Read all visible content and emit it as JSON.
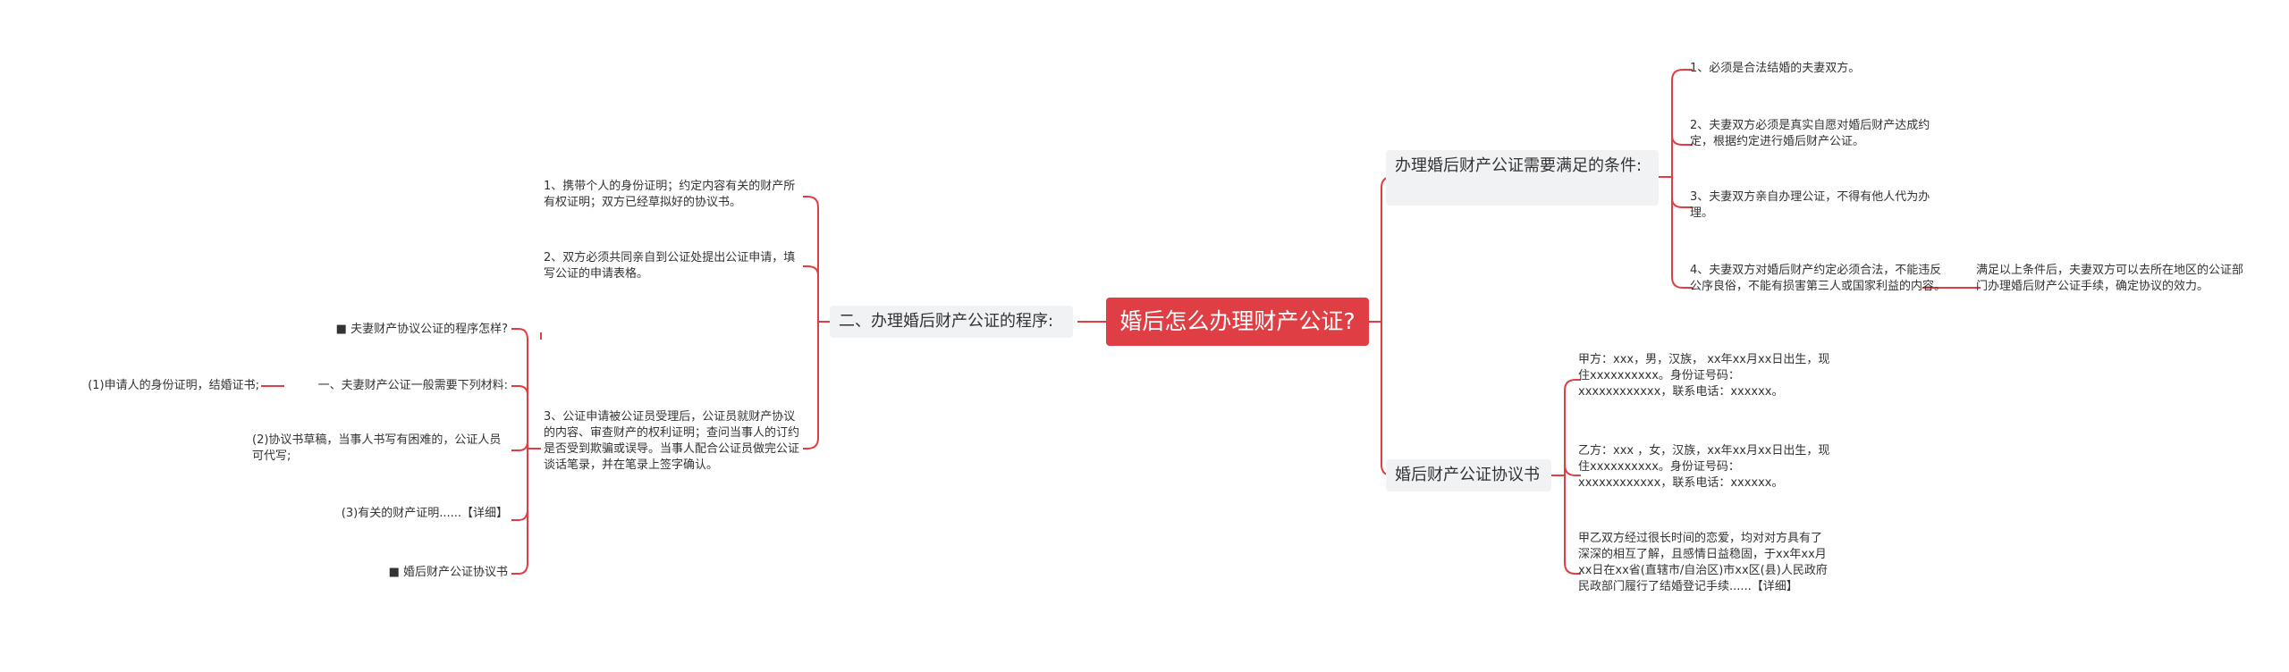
{
  "root": {
    "title": "婚后怎么办理财产公证?"
  },
  "left_branch": {
    "label": "二、办理婚后财产公证的程序:",
    "items": [
      "1、携带个人的身份证明；约定内容有关的财产所有权证明；双方已经草拟好的协议书。",
      "2、双方必须共同亲自到公证处提出公证申请，填写公证的申请表格。",
      "3、公证申请被公证员受理后，公证员就财产协议的内容、审查财产的权利证明；查问当事人的订约是否受到欺骗或误导。当事人配合公证员做完公证谈话笔录，并在笔录上签字确认。"
    ]
  },
  "far_left": {
    "items": [
      "■ 夫妻财产协议公证的程序怎样?",
      "一、夫妻财产公证一般需要下列材料:",
      "(2)协议书草稿，当事人书写有困难的，公证人员可代写;",
      "(3)有关的财产证明......【详细】",
      "■ 婚后财产公证协议书"
    ],
    "sub_item": "(1)申请人的身份证明，结婚证书;"
  },
  "right_top": {
    "label": "办理婚后财产公证需要满足的条件:",
    "items": [
      "1、必须是合法结婚的夫妻双方。",
      "2、夫妻双方必须是真实自愿对婚后财产达成约定，根据约定进行婚后财产公证。",
      "3、夫妻双方亲自办理公证，不得有他人代为办理。",
      "4、夫妻双方对婚后财产约定必须合法，不能违反公序良俗，不能有损害第三人或国家利益的内容。"
    ],
    "note": "满足以上条件后，夫妻双方可以去所在地区的公证部门办理婚后财产公证手续，确定协议的效力。"
  },
  "right_bottom": {
    "label": "婚后财产公证协议书",
    "items": [
      "甲方：xxx，男，汉族， xx年xx月xx日出生，现住xxxxxxxxxx。身份证号码：xxxxxxxxxxxx，联系电话：xxxxxx。",
      "乙方：xxx ，女，汉族，xx年xx月xx日出生，现住xxxxxxxxxx。身份证号码：xxxxxxxxxxxx，联系电话：xxxxxx。",
      "甲乙双方经过很长时间的恋爱，均对对方具有了深深的相互了解，且感情日益稳固，于xx年xx月xx日在xx省(直辖市/自治区)市xx区(县)人民政府民政部门履行了结婚登记手续......【详细】"
    ]
  },
  "colors": {
    "accent": "#df3f44",
    "node_bg": "#f1f2f4",
    "text": "#333333"
  }
}
